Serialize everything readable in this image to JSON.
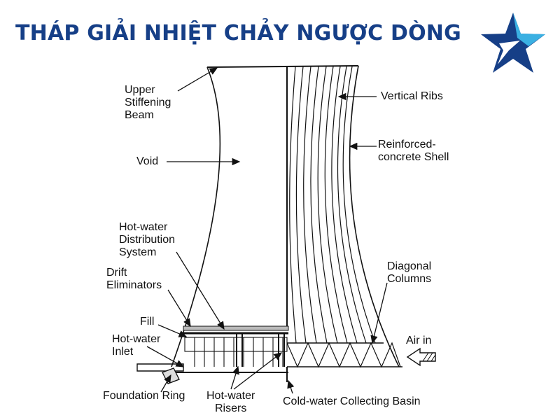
{
  "title": "THÁP GIẢI NHIỆT CHẢY NGƯỢC DÒNG",
  "logo": {
    "icon": "star-logo-icon",
    "colors": {
      "dark": "#163f87",
      "light": "#3ab0e2"
    }
  },
  "labels": {
    "upper_stiffening_beam": [
      "Upper",
      "Stiffening",
      "Beam"
    ],
    "void": "Void",
    "vertical_ribs": "Vertical Ribs",
    "reinforced_concrete_shell": [
      "Reinforced-",
      "concrete Shell"
    ],
    "hot_water_distribution_system": [
      "Hot-water",
      "Distribution",
      "System"
    ],
    "drift_eliminators": [
      "Drift",
      "Eliminators"
    ],
    "fill": "Fill",
    "hot_water_inlet": [
      "Hot-water",
      "Inlet"
    ],
    "diagonal_columns": [
      "Diagonal",
      "Columns"
    ],
    "air_in": "Air in",
    "foundation_ring": "Foundation Ring",
    "hot_water_risers": [
      "Hot-water",
      "Risers"
    ],
    "cold_water_collecting_basin": "Cold-water Collecting Basin"
  }
}
